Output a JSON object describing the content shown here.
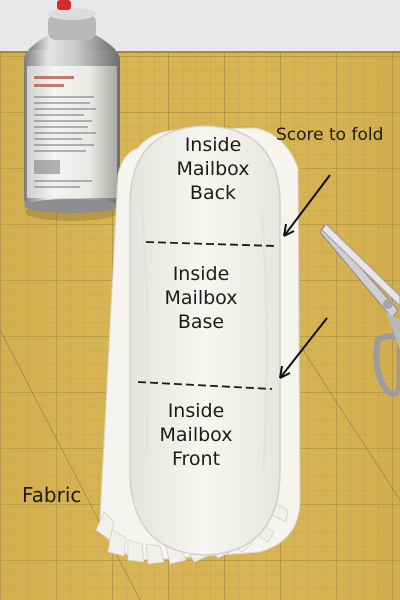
{
  "scene": {
    "description_free": true
  },
  "labels": {
    "back": "Inside\nMailbox\nBack",
    "base": "Inside\nMailbox\nBase",
    "front": "Inside\nMailbox\nFront",
    "fold": "Score to fold",
    "fabric": "Fabric"
  },
  "colors": {
    "cutting_mat": "#d8b352",
    "mat_grid": "#7e7a45",
    "fabric": "#f6f4ef",
    "board": "#f3f1ec",
    "text": "#1b1b1b",
    "wall": "#e9e9ea"
  },
  "icons": {
    "spray_can": "spray-can-icon",
    "scissors": "scissors-icon",
    "arrow": "arrow-icon"
  }
}
